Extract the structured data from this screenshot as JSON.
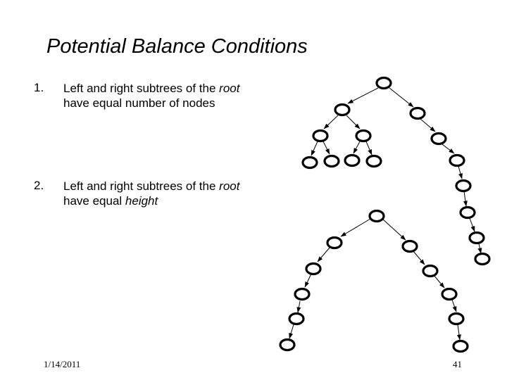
{
  "slide": {
    "title": "Potential Balance Conditions",
    "items": [
      {
        "number": "1.",
        "line1_pre": "Left and right subtrees of the ",
        "line1_em": "root",
        "line2_pre": "have equal number of nodes",
        "line2_em": ""
      },
      {
        "number": "2.",
        "line1_pre": "Left and right subtrees of the ",
        "line1_em": "root",
        "line2_pre": "have equal ",
        "line2_em": "height"
      }
    ],
    "footer_date": "1/14/2011",
    "footer_page": "41"
  }
}
